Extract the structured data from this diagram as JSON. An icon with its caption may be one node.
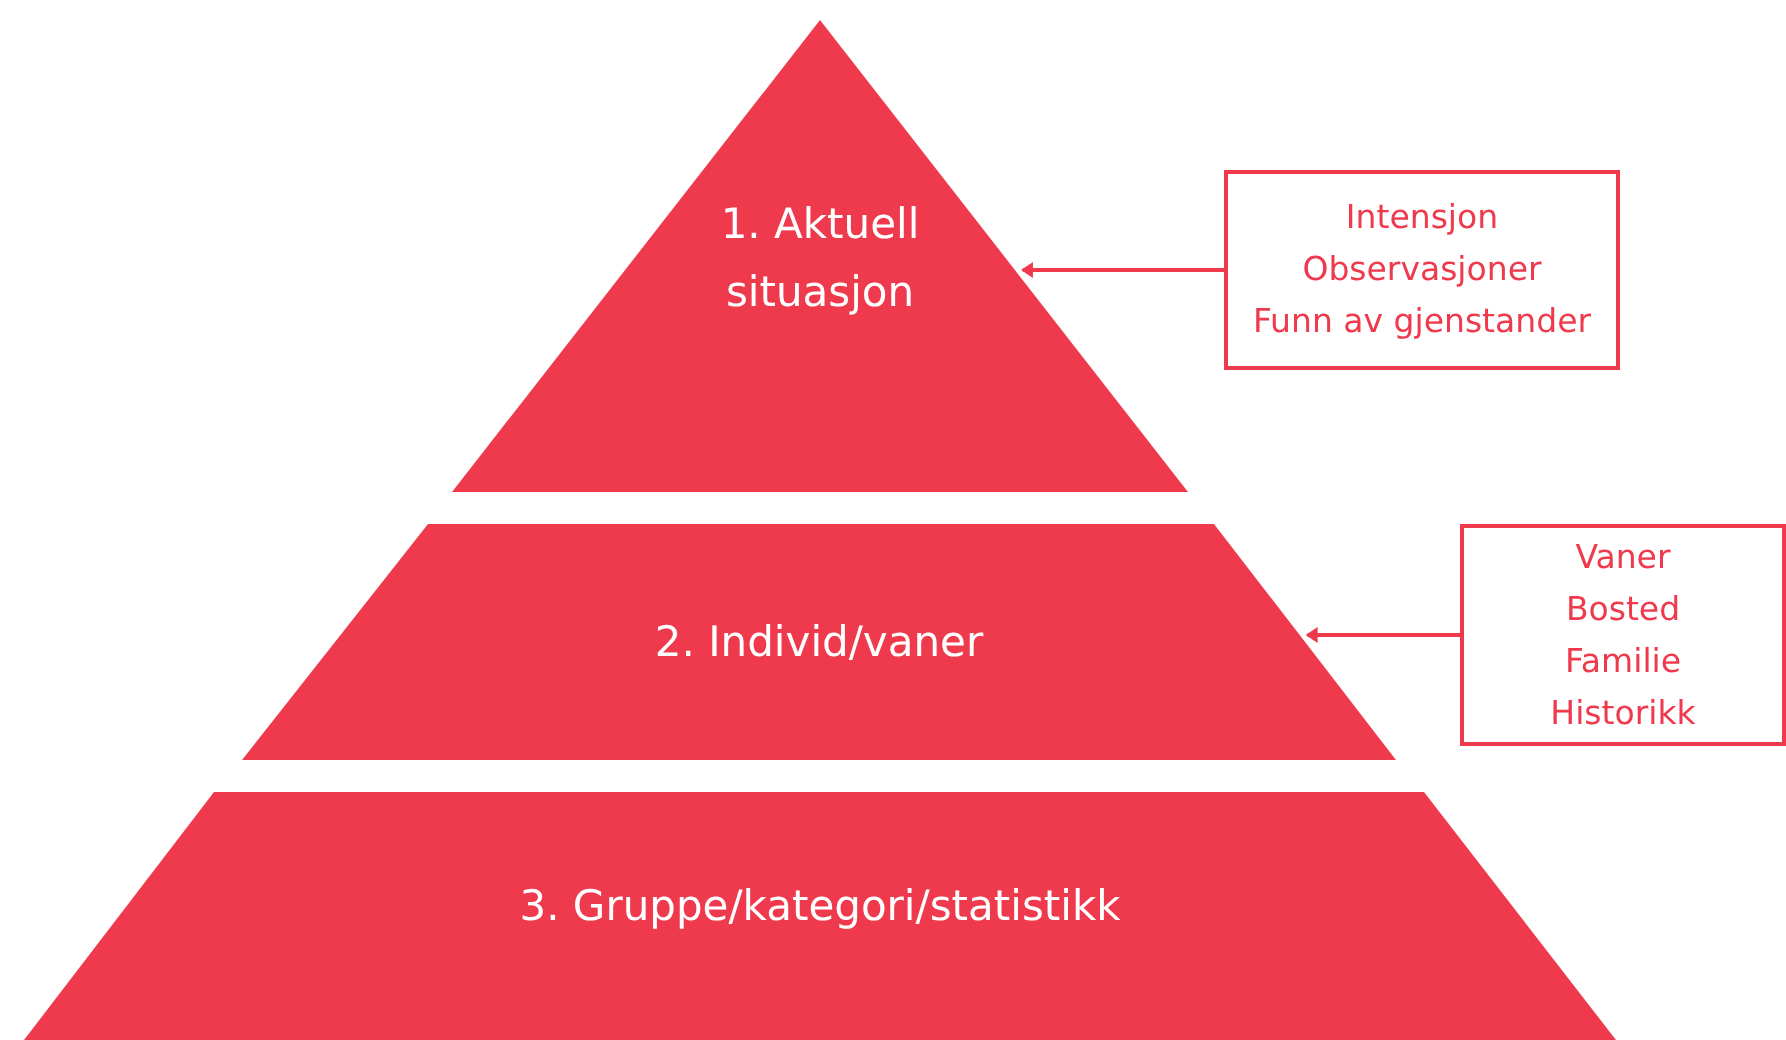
{
  "diagram": {
    "nodes": [
      {
        "text": [
          "1. Aktuell situasjon"
        ]
      },
      {
        "text": [
          "2. Individ/vaner"
        ]
      },
      {
        "text": [
          "3. Gruppe/kategori/statistikk"
        ]
      },
      {
        "text": [
          "Intensjon",
          "Observasjoner",
          "Funn av gjenstander"
        ]
      },
      {
        "text": [
          "Vaner",
          "Bosted",
          "Familie",
          "Historikk"
        ]
      }
    ],
    "edges": [
      {
        "from": 3,
        "to": 0,
        "arrow": "to"
      },
      {
        "from": 4,
        "to": 1,
        "arrow": "to"
      }
    ]
  }
}
